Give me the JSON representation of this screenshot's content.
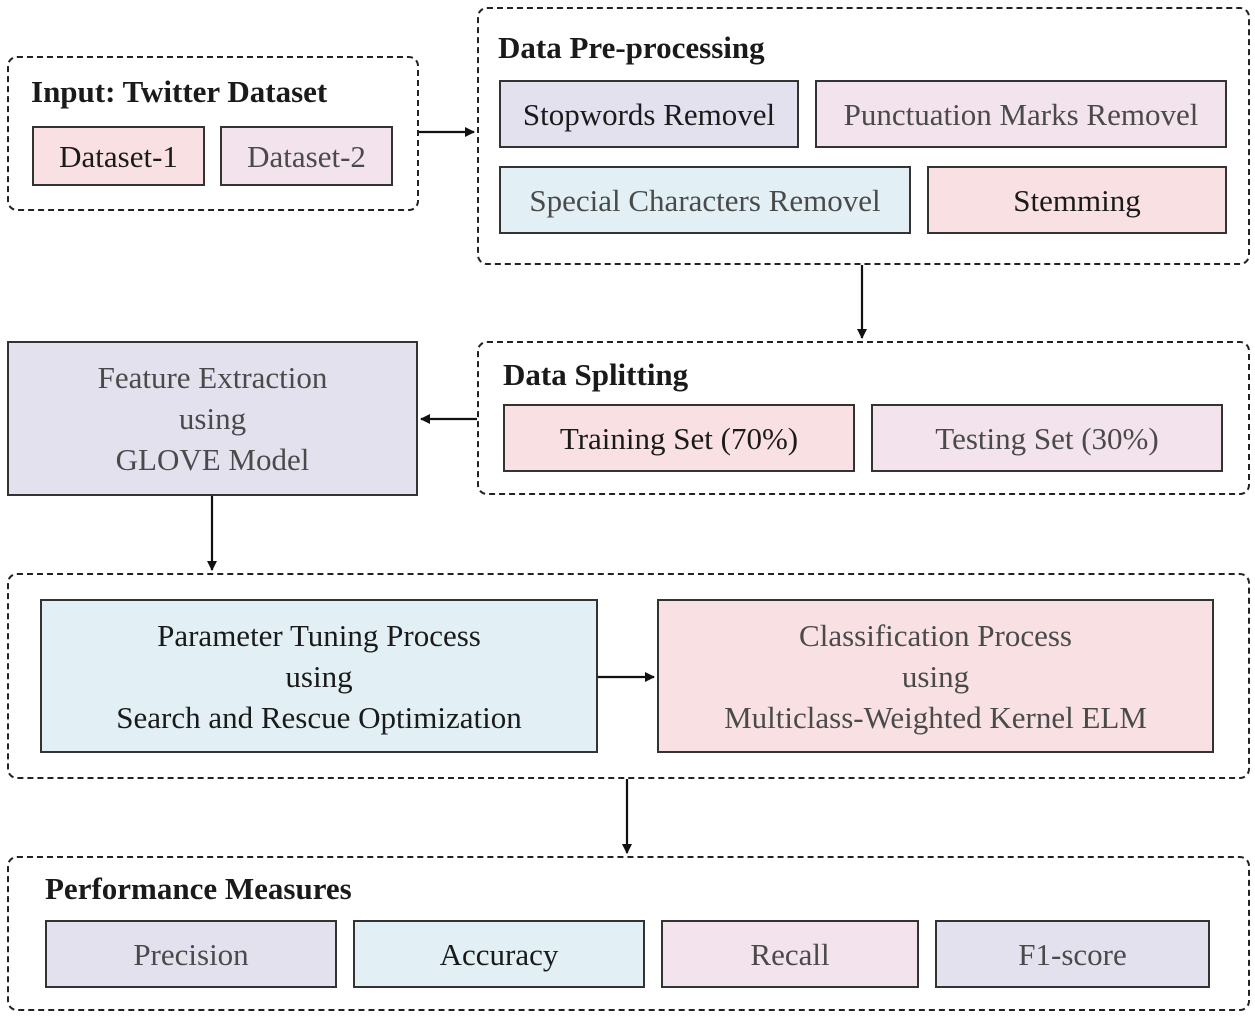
{
  "input": {
    "title": "Input: Twitter Dataset",
    "items": [
      "Dataset-1",
      "Dataset-2"
    ]
  },
  "preprocessing": {
    "title": "Data Pre-processing",
    "items": [
      "Stopwords Removel",
      "Punctuation Marks Removel",
      "Special Characters Removel",
      "Stemming"
    ]
  },
  "splitting": {
    "title": "Data Splitting",
    "items": [
      "Training Set (70%)",
      "Testing Set (30%)"
    ]
  },
  "feature": {
    "line1": "Feature Extraction",
    "line2": "using",
    "line3": "GLOVE Model"
  },
  "tuning": {
    "line1": "Parameter Tuning Process",
    "line2": "using",
    "line3": "Search and Rescue Optimization"
  },
  "classification": {
    "line1": "Classification Process",
    "line2": "using",
    "line3": "Multiclass-Weighted Kernel ELM"
  },
  "performance": {
    "title": "Performance Measures",
    "items": [
      "Precision",
      "Accuracy",
      "Recall",
      "F1-score"
    ]
  },
  "colors": {
    "lavender": "#e4e1ef",
    "pink": "#f9e1e3",
    "mauve": "#f3e3ec",
    "blue": "#e2f0f6",
    "border": "#333333"
  }
}
